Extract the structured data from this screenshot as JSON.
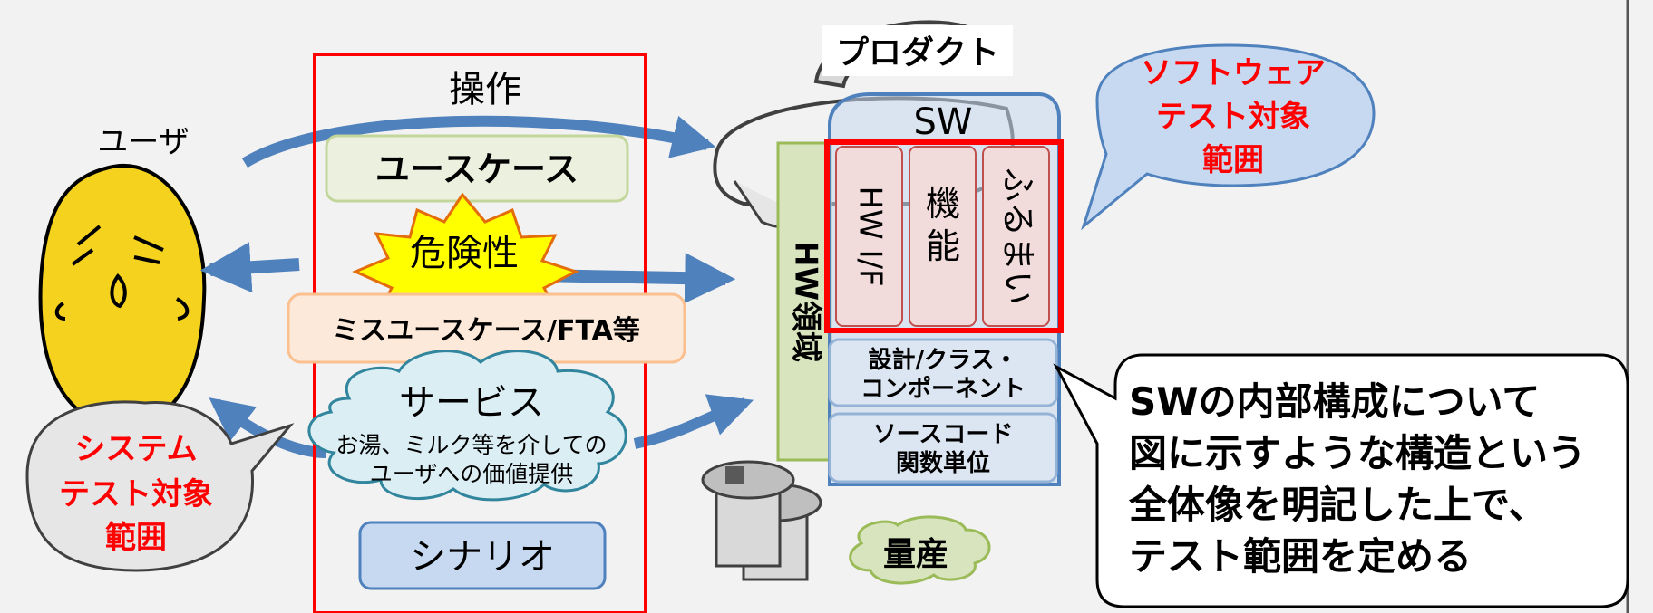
{
  "user": {
    "label": "ユーザ"
  },
  "operation": {
    "title": "操作",
    "usecase": "ユースケース",
    "hazard": "危険性",
    "misuse": "ミスユースケース/FTA等",
    "service_title": "サービス",
    "service_desc_line1": "お湯、ミルク等を介しての",
    "service_desc_line2": "ユーザへの価値提供",
    "scenario": "シナリオ"
  },
  "product": {
    "label": "プロダクト",
    "sw": "SW",
    "hw_area": "HW領域",
    "hw_if": "HW I/F",
    "function": "機能",
    "behavior": "ふるまい",
    "design_line1": "設計/クラス・",
    "design_line2": "コンポーネント",
    "source_line1": "ソースコード",
    "source_line2": "関数単位",
    "mass_production": "量産"
  },
  "callouts": {
    "system_test_line1": "システム",
    "system_test_line2": "テスト対象",
    "system_test_line3": "範囲",
    "software_test_line1": "ソフトウェア",
    "software_test_line2": "テスト対象",
    "software_test_line3": "範囲",
    "note_line1": "SWの内部構成について",
    "note_line2": "図に示すような構造という",
    "note_line3": "全体像を明記した上で、",
    "note_line4": "テスト範囲を定める"
  },
  "colors": {
    "red": "#ff0000",
    "arrow_blue": "#4f81bd",
    "callout_blue": "#c6d9f1",
    "face_yellow": "#f5d21e",
    "hazard_yellow": "#ffff00",
    "usecase_green": "#ebf1de",
    "misuse_orange": "#fde9d9",
    "cloud_blue": "#dbeef4",
    "scenario_blue": "#c6d9f1",
    "hw_green": "#d7e4bd",
    "sw_cell_pink": "#f2dcdb"
  },
  "icons": [
    "user-face-icon",
    "pot-icon",
    "mass-pots-icon"
  ]
}
